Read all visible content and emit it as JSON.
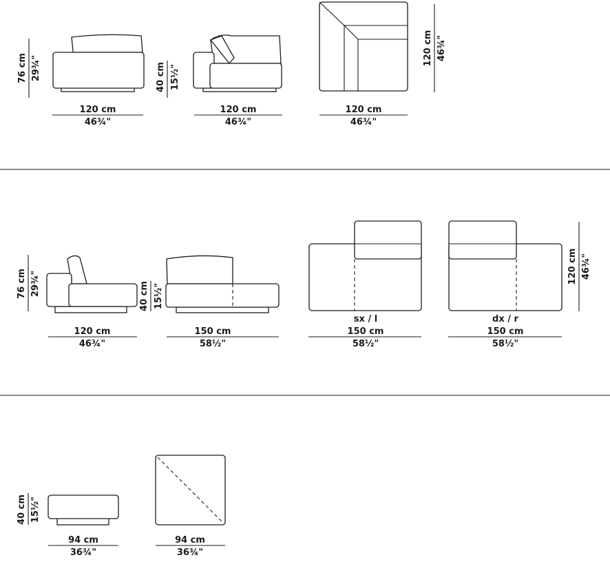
{
  "dims": {
    "r1_a_h_cm": "76 cm",
    "r1_a_h_in": "29¾\"",
    "r1_a_w_cm": "120 cm",
    "r1_a_w_in": "46¾\"",
    "r1_b_h_cm": "40 cm",
    "r1_b_h_in": "15½\"",
    "r1_b_w_cm": "120 cm",
    "r1_b_w_in": "46¾\"",
    "r1_c_w_cm": "120 cm",
    "r1_c_w_in": "46¾\"",
    "r1_c_d_cm": "120 cm",
    "r1_c_d_in": "46¾\"",
    "r2_a_h_cm": "76 cm",
    "r2_a_h_in": "29¾\"",
    "r2_a_w_cm": "120 cm",
    "r2_a_w_in": "46¾\"",
    "r2_b_h_cm": "40 cm",
    "r2_b_h_in": "15½\"",
    "r2_b_w_cm": "150 cm",
    "r2_b_w_in": "58½\"",
    "r2_c_label": "sx / l",
    "r2_c_w_cm": "150 cm",
    "r2_c_w_in": "58½\"",
    "r2_d_label": "dx / r",
    "r2_d_w_cm": "150 cm",
    "r2_d_w_in": "58½\"",
    "r2_d_d_cm": "120 cm",
    "r2_d_d_in": "46¾\"",
    "r3_a_h_cm": "40 cm",
    "r3_a_h_in": "15½\"",
    "r3_a_w_cm": "94 cm",
    "r3_a_w_in": "36¾\"",
    "r3_b_w_cm": "94 cm",
    "r3_b_w_in": "36¾\""
  }
}
